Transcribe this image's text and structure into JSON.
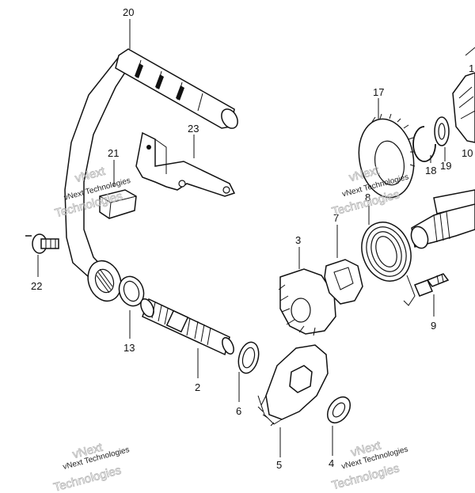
{
  "watermark": {
    "small": "vNext Technologies",
    "big_top": "vNext",
    "big_bottom": "Technologies"
  },
  "callouts": {
    "p20": "20",
    "p23": "23",
    "p21": "21",
    "p22": "22",
    "p13": "13",
    "p2": "2",
    "p6": "6",
    "p5": "5",
    "p4": "4",
    "p3": "3",
    "p7": "7",
    "p8": "8",
    "p9": "9",
    "p17": "17",
    "p18": "18",
    "p19": "19",
    "p10": "10",
    "p1": "1"
  }
}
